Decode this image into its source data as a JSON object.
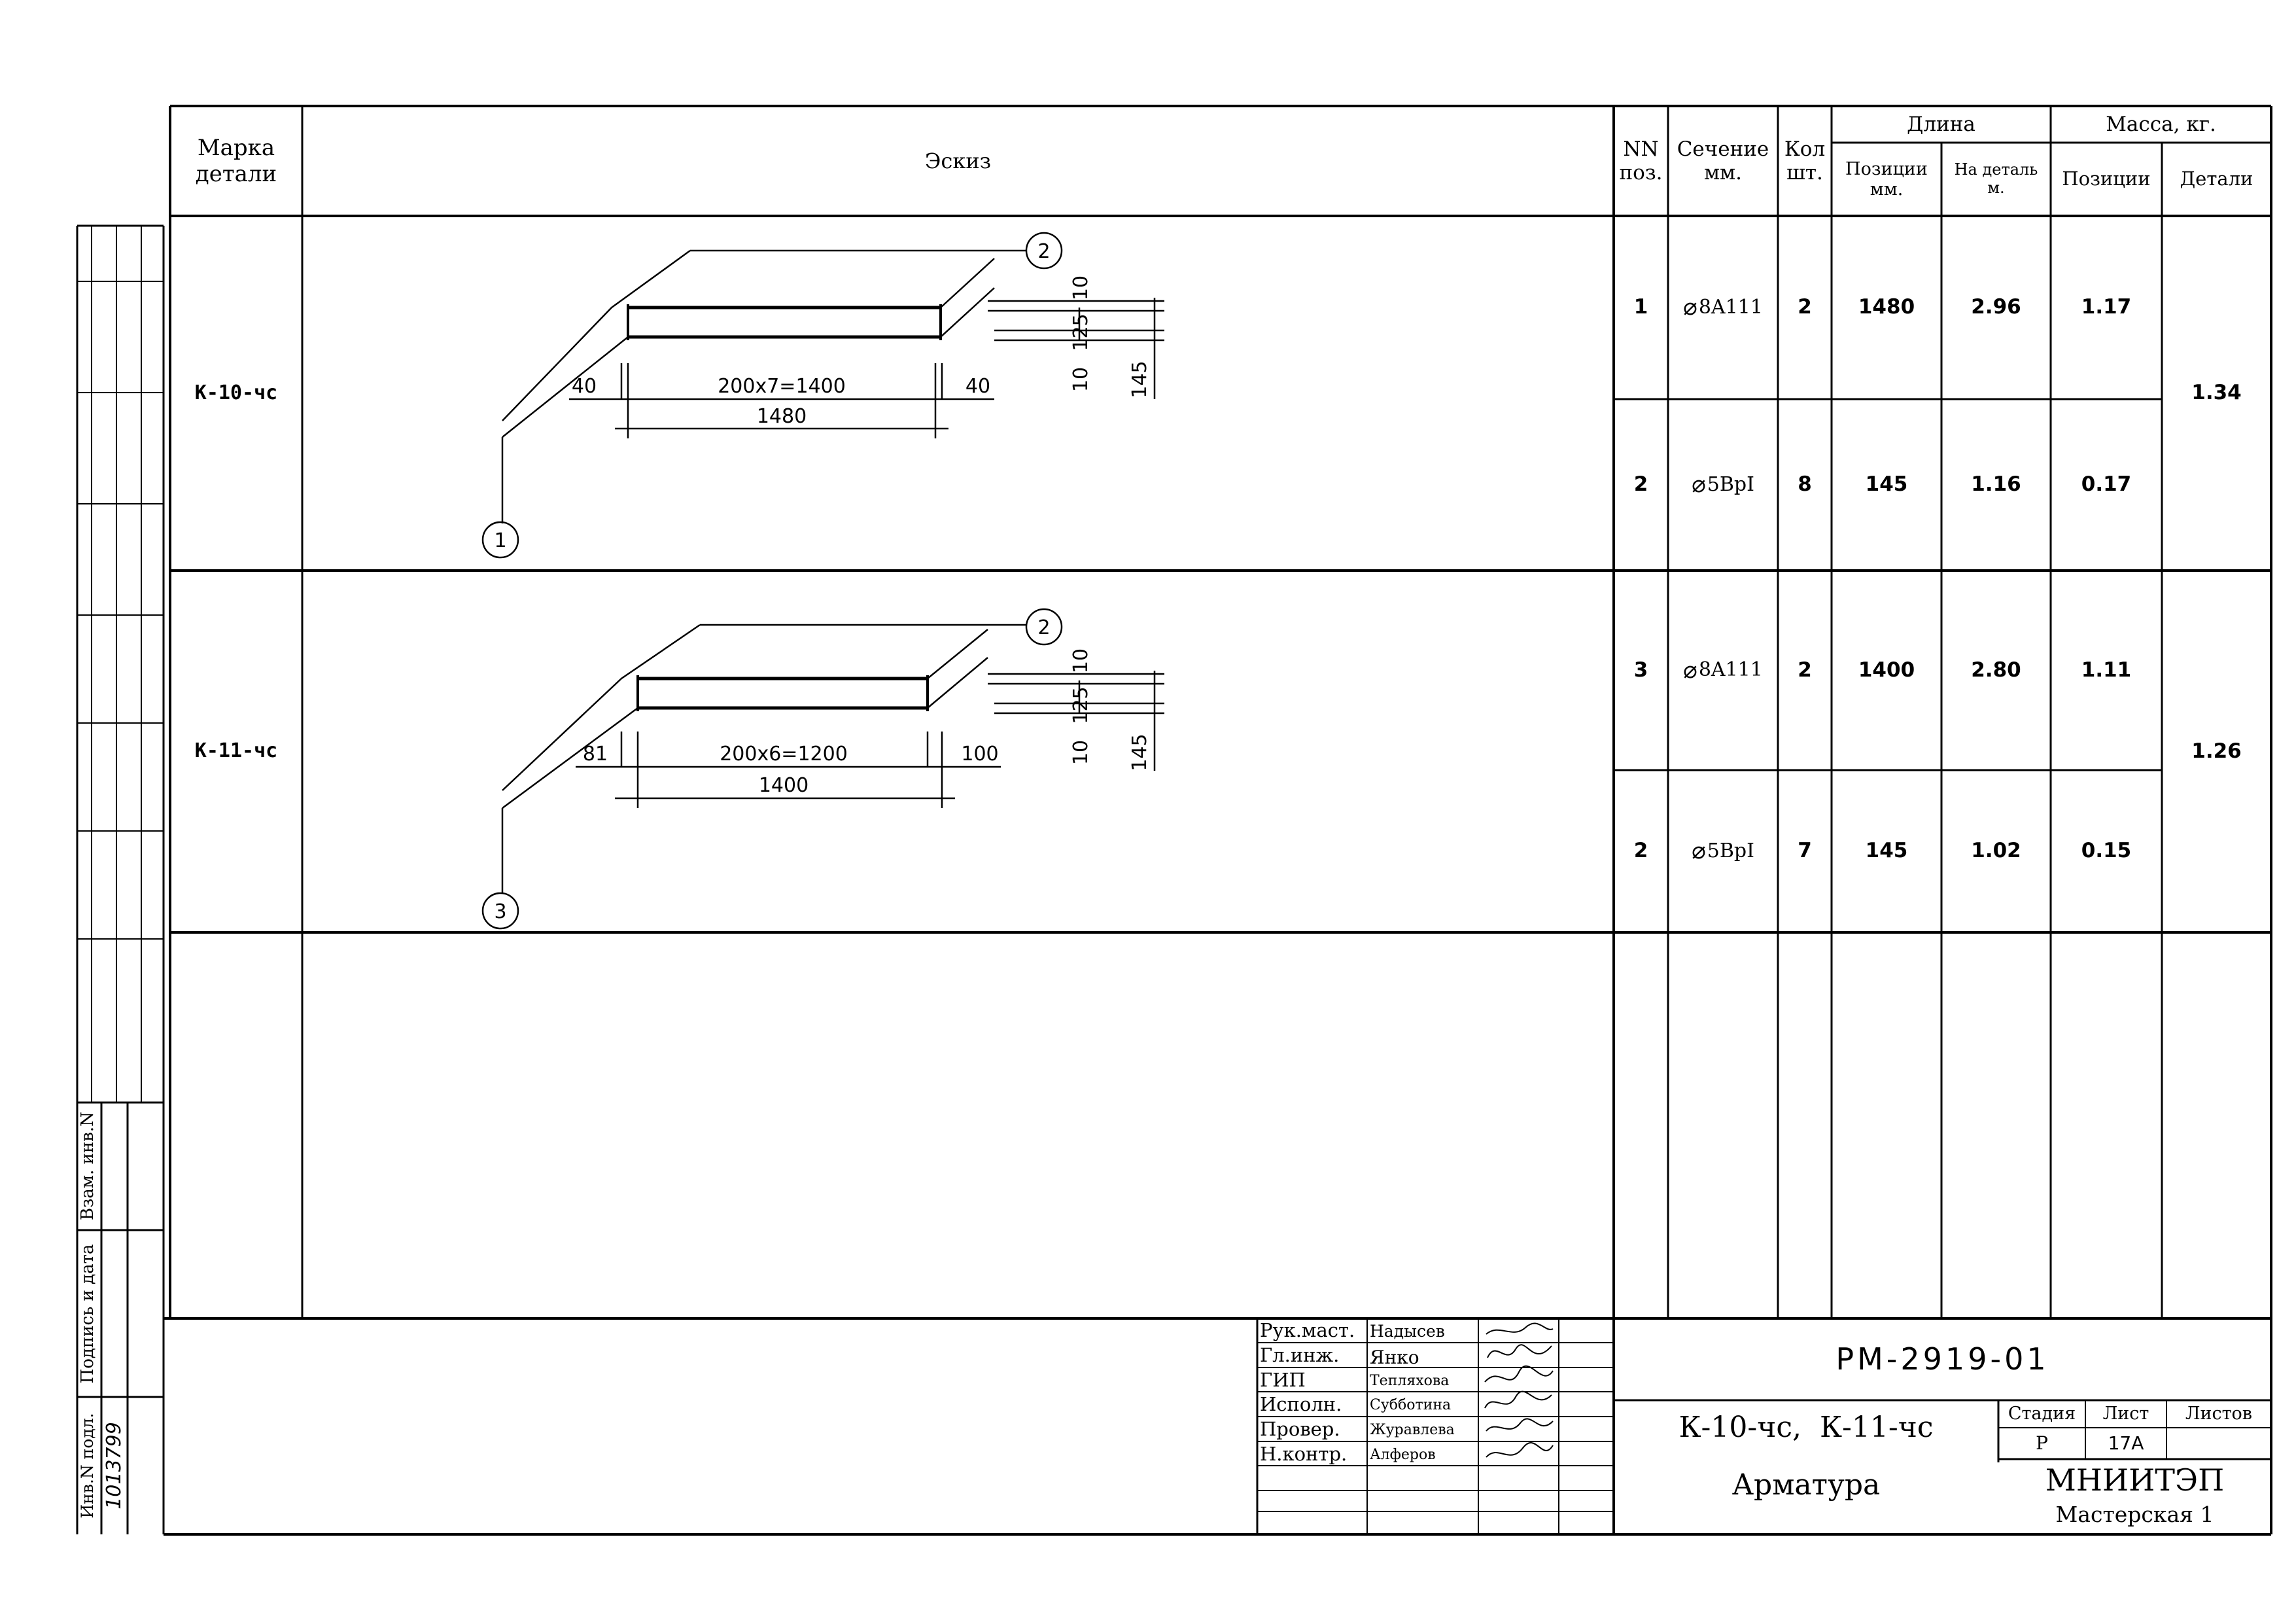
{
  "header": {
    "mark": "Марка\nдетали",
    "sketch": "Эскиз",
    "nn": "NN\nпоз.",
    "section": "Сечение\nмм.",
    "qty": "Кол\nшт.",
    "length": "Длина",
    "length_pos": "Позиции\nмм.",
    "length_det": "На деталь\nм.",
    "mass": "Масса, кг.",
    "mass_pos": "Позиции",
    "mass_det": "Детали"
  },
  "details": [
    {
      "mark": "К-10-чс",
      "mass": "1.34",
      "rows": [
        {
          "pos": "1",
          "section": "8A111",
          "qty": "2",
          "len_pos": "1480",
          "len_det": "2.96",
          "mass_pos": "1.17"
        },
        {
          "pos": "2",
          "section": "5BpI",
          "qty": "8",
          "len_pos": "145",
          "len_det": "1.16",
          "mass_pos": "0.17"
        }
      ],
      "sketch": {
        "left": "40",
        "mid": "200x7=1400",
        "right": "40",
        "total": "1480",
        "d10a": "10",
        "d125": "125",
        "d10b": "10",
        "d145": "145",
        "c_bottom": "1",
        "c_top": "2"
      }
    },
    {
      "mark": "К-11-чс",
      "mass": "1.26",
      "rows": [
        {
          "pos": "3",
          "section": "8A111",
          "qty": "2",
          "len_pos": "1400",
          "len_det": "2.80",
          "mass_pos": "1.11"
        },
        {
          "pos": "2",
          "section": "5BpI",
          "qty": "7",
          "len_pos": "145",
          "len_det": "1.02",
          "mass_pos": "0.15"
        }
      ],
      "sketch": {
        "left": "81",
        "mid": "200x6=1200",
        "right": "100",
        "total": "1400",
        "d10a": "10",
        "d125": "125",
        "d10b": "10",
        "d145": "145",
        "c_bottom": "3",
        "c_top": "2"
      }
    }
  ],
  "stamp": {
    "roles": [
      {
        "role": "Рук.маст.",
        "name": "Надысев"
      },
      {
        "role": "Гл.инж.",
        "name": "Янко"
      },
      {
        "role": "ГИП",
        "name": "Тепляхова"
      },
      {
        "role": "Исполн.",
        "name": "Субботина"
      },
      {
        "role": "Провер.",
        "name": "Журавлева"
      },
      {
        "role": "Н.контр.",
        "name": "Алферов"
      }
    ],
    "doc_code": "РМ-2919-01",
    "title1": "К-10-чс,  К-11-чс",
    "title2": "Арматура",
    "stage_label": "Стадия",
    "sheet_label": "Лист",
    "sheets_label": "Листов",
    "stage": "Р",
    "sheet": "17А",
    "org": "МНИИТЭП",
    "workshop": "Мастерская 1"
  },
  "side": {
    "inv_podl": "Инв.N подл.",
    "inv_number": "1013799",
    "sign_date": "Подпись и дата",
    "vzam": "Взам. инв.N"
  }
}
